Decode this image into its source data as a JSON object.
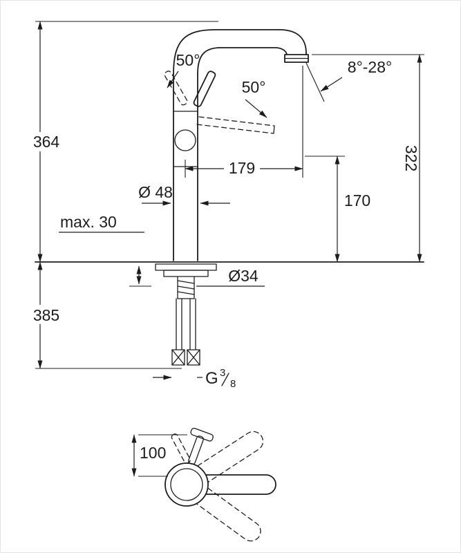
{
  "drawing": {
    "side_view": {
      "height_above_deck": "364",
      "spout_outlet_height": "322",
      "height_below_deck": "385",
      "spout_projection": "179",
      "outlet_clearance": "170",
      "body_diameter": "Ø 48",
      "max_deck_thickness": "max. 30",
      "mounting_hole_diameter": "Ø34",
      "handle_angle_front": "50°",
      "handle_angle_back": "50°",
      "spout_angle_range": "8°-28°",
      "thread": {
        "letter": "G",
        "numerator": "3",
        "denominator": "8"
      }
    },
    "top_view": {
      "handle_offset": "100"
    }
  }
}
